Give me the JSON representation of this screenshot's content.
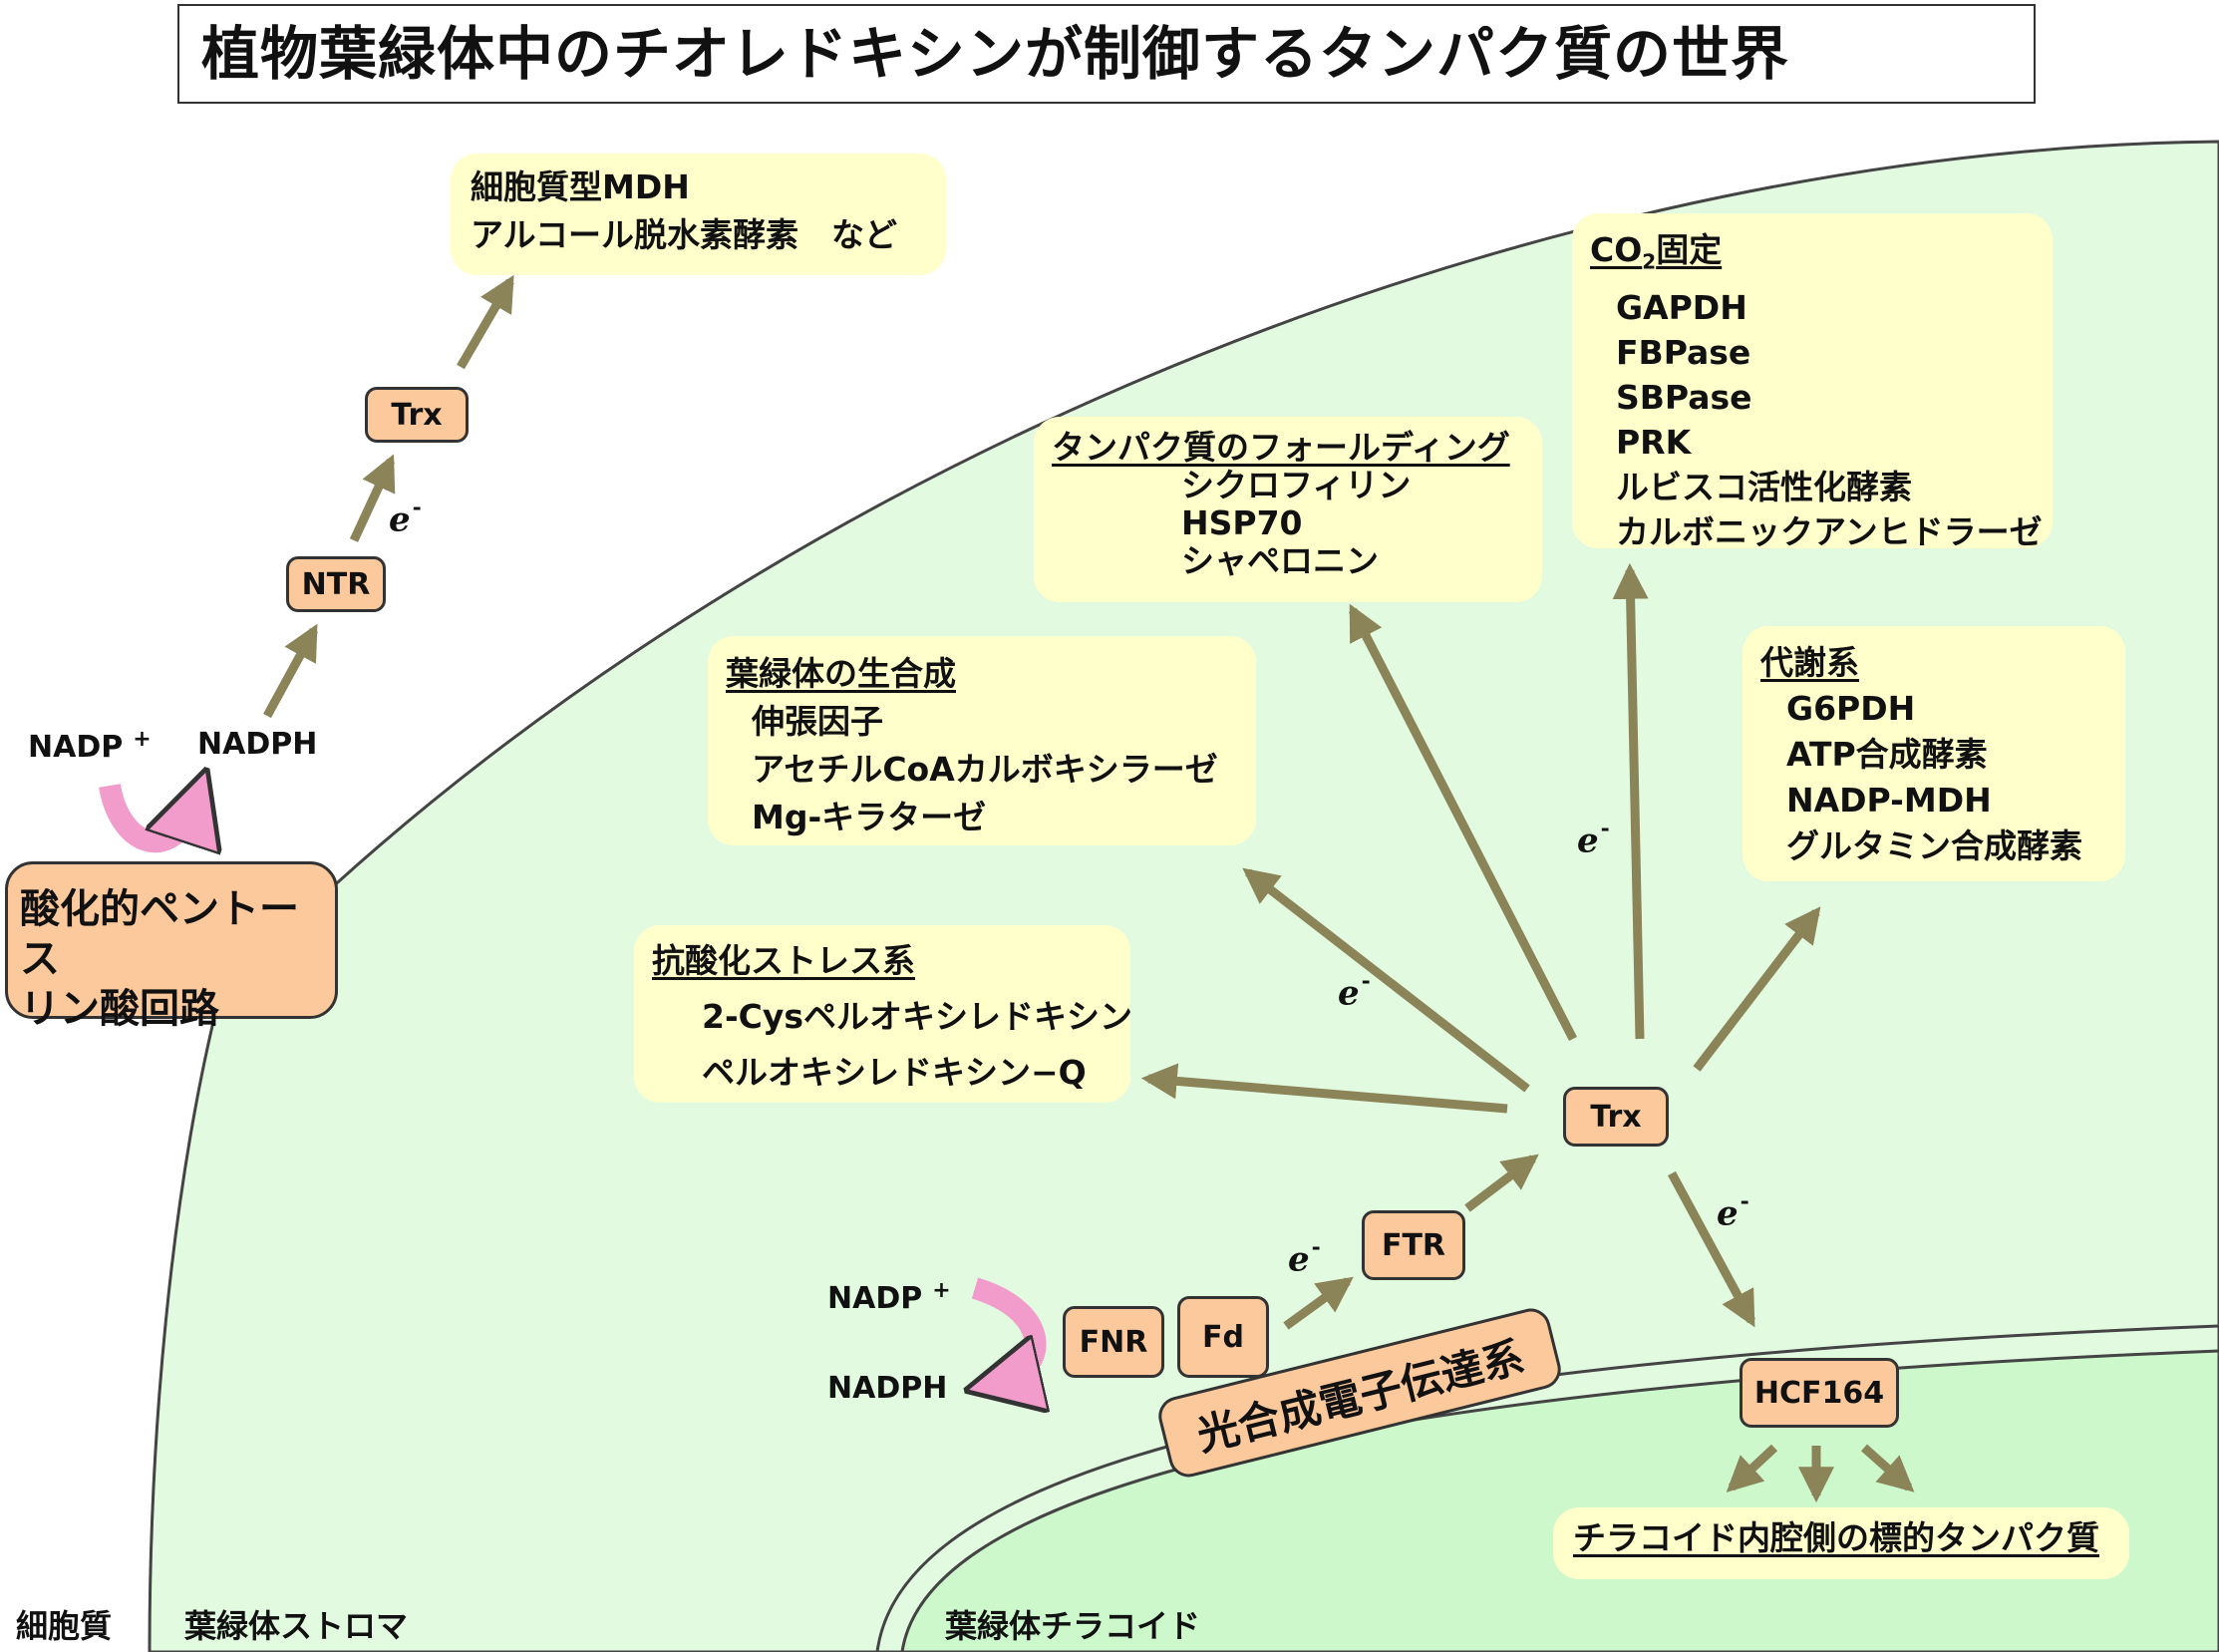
{
  "title": "植物葉緑体中のチオレドキシンが制御するタンパク質の世界",
  "regions": {
    "cytoplasm": "細胞質",
    "stroma": "葉緑体ストロマ",
    "thylakoid": "葉緑体チラコイド"
  },
  "cytosol": {
    "nadp": "NADP",
    "nadp_plus": "+",
    "nadph": "NADPH",
    "pathway_line1": "酸化的ペントース",
    "pathway_line2": "リン酸回路",
    "ntr": "NTR",
    "trx": "Trx",
    "targets_line1": "細胞質型MDH",
    "targets_line2": "アルコール脱水素酵素　など"
  },
  "stroma": {
    "nadp": "NADP",
    "nadp_plus": "+",
    "nadph": "NADPH",
    "fnr": "FNR",
    "fd": "Fd",
    "ftr": "FTR",
    "trx": "Trx",
    "hcf164": "HCF164",
    "photosynthetic_chain": "光合成電子伝達系",
    "lumen_targets": "チラコイド内腔側の標的タンパク質"
  },
  "electron": {
    "symbol": "e",
    "sign": "-"
  },
  "groups": {
    "co2": {
      "head_pre": "CO",
      "head_sub": "2",
      "head_post": "固定",
      "items": [
        "GAPDH",
        "FBPase",
        "SBPase",
        "PRK",
        "ルビスコ活性化酵素",
        "カルボニックアンヒドラーゼ"
      ]
    },
    "folding": {
      "head": "タンパク質のフォールディング",
      "items": [
        "シクロフィリン",
        "HSP70",
        "シャペロニン"
      ]
    },
    "biogenesis": {
      "head": "葉緑体の生合成",
      "items": [
        "伸張因子",
        "アセチルCoAカルボキシラーゼ",
        "Mg-キラターゼ"
      ]
    },
    "metabolism": {
      "head": "代謝系",
      "items": [
        "G6PDH",
        "ATP合成酵素",
        "NADP-MDH",
        "グルタミン合成酵素"
      ]
    },
    "antioxidant": {
      "head": "抗酸化ストレス系",
      "items": [
        "2-Cysペルオキシレドキシン",
        "ペルオキシレドキシン−Q"
      ]
    }
  },
  "colors": {
    "stroma_fill": "#e2fbe0",
    "thylakoid_fill": "#ccf8cc",
    "target_box": "#ffffcc",
    "protein_box": "#fbc99b",
    "arrow": "#8b8459",
    "curved_arrow": "#f29ccc"
  }
}
